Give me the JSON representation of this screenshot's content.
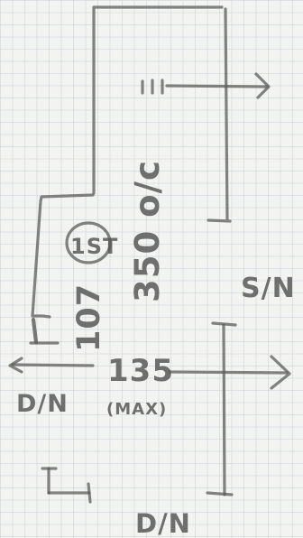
{
  "diagram": {
    "labels": {
      "main_dimension": "350 o/c",
      "first_floor": "1ST",
      "first_dimension": "107",
      "span_dimension": "135",
      "span_note": "(MAX)",
      "upper_direction": "S/N",
      "left_direction": "D/N",
      "bottom_direction": "D/N"
    }
  }
}
